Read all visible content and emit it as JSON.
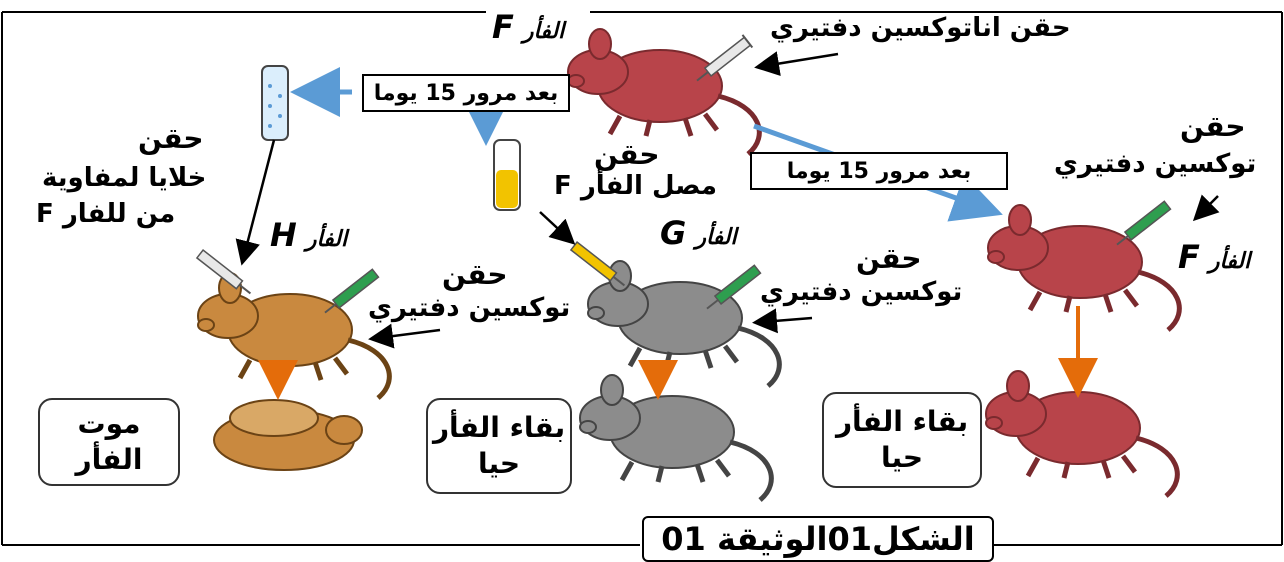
{
  "mouse_f_top": {
    "tag": "الفأر",
    "letter": "F"
  },
  "mouse_f_right": {
    "tag": "الفأر",
    "letter": "F"
  },
  "mouse_g": {
    "tag": "الفأر",
    "letter": "G"
  },
  "mouse_h": {
    "tag": "الفأر",
    "letter": "H"
  },
  "labels": {
    "anatoxin_injection": "حقن  اناتوكسين دفتيري",
    "days_box_left": "بعد مرور  15 يوما",
    "days_box_right": "بعد مرور  15 يوما",
    "inject_cells_title": "حقن",
    "inject_cells_line1": "خلايا لمفاوية",
    "inject_cells_line2": "من  للفار  F",
    "inject_serum_title": "حقن",
    "inject_serum_line": "مصل الفأر  F",
    "inject_toxin_right_title": "حقن",
    "inject_toxin_right_line": "توكسين دفتيري",
    "inject_toxin_h_title": "حقن",
    "inject_toxin_h_line": "توكسين دفتيري",
    "inject_toxin_g_title": "حقن",
    "inject_toxin_g_line": "توكسين دفتيري"
  },
  "results": {
    "h": {
      "line1": "موت",
      "line2": "الفأر"
    },
    "g": {
      "line1": "بقاء الفأر",
      "line2": "حيا"
    },
    "f": {
      "line1": "بقاء الفأر",
      "line2": "حيا"
    }
  },
  "caption": "الشكل01الوثيقة 01",
  "colors": {
    "blue_arrow": "#5b9bd5",
    "orange_arrow": "#e46c0a",
    "red_mouse": "#b8444a",
    "gray_mouse": "#8c8c8c",
    "brown_mouse": "#c9893f",
    "serum_yellow": "#f2c300",
    "syringe_green": "#2e9e4f"
  }
}
